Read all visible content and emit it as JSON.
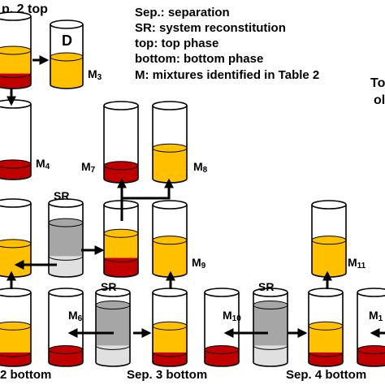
{
  "title_fragment": "p. 2 top",
  "legend": [
    "Sep.: separation",
    "SR: system reconstitution",
    "top: top phase",
    "bottom: bottom phase",
    "M: mixtures identified in Table 2"
  ],
  "edge_text": [
    "To",
    "ol"
  ],
  "tube_labels": {
    "d": "D",
    "m3": "M",
    "m3_sub": "3",
    "m4": "M",
    "m4_sub": "4",
    "m6": "M",
    "m6_sub": "6",
    "m7": "M",
    "m7_sub": "7",
    "m8": "M",
    "m8_sub": "8",
    "m9": "M",
    "m9_sub": "9",
    "m10": "M",
    "m10_sub": "10",
    "m11": "M",
    "m11_sub": "11",
    "m1x": "M",
    "m1x_sub": "1",
    "sr1": "SR",
    "sr2": "SR",
    "sr3": "SR"
  },
  "bottom_labels": {
    "left": "2 bottom",
    "sep3": "Sep. 3 bottom",
    "sep4": "Sep. 4 bottom"
  },
  "colors": {
    "top_phase": "#FFC000",
    "bottom_phase": "#C00000",
    "gray_phase": "#A6A6A6",
    "light_phase": "#E0E0E0",
    "outline": "#000000"
  }
}
